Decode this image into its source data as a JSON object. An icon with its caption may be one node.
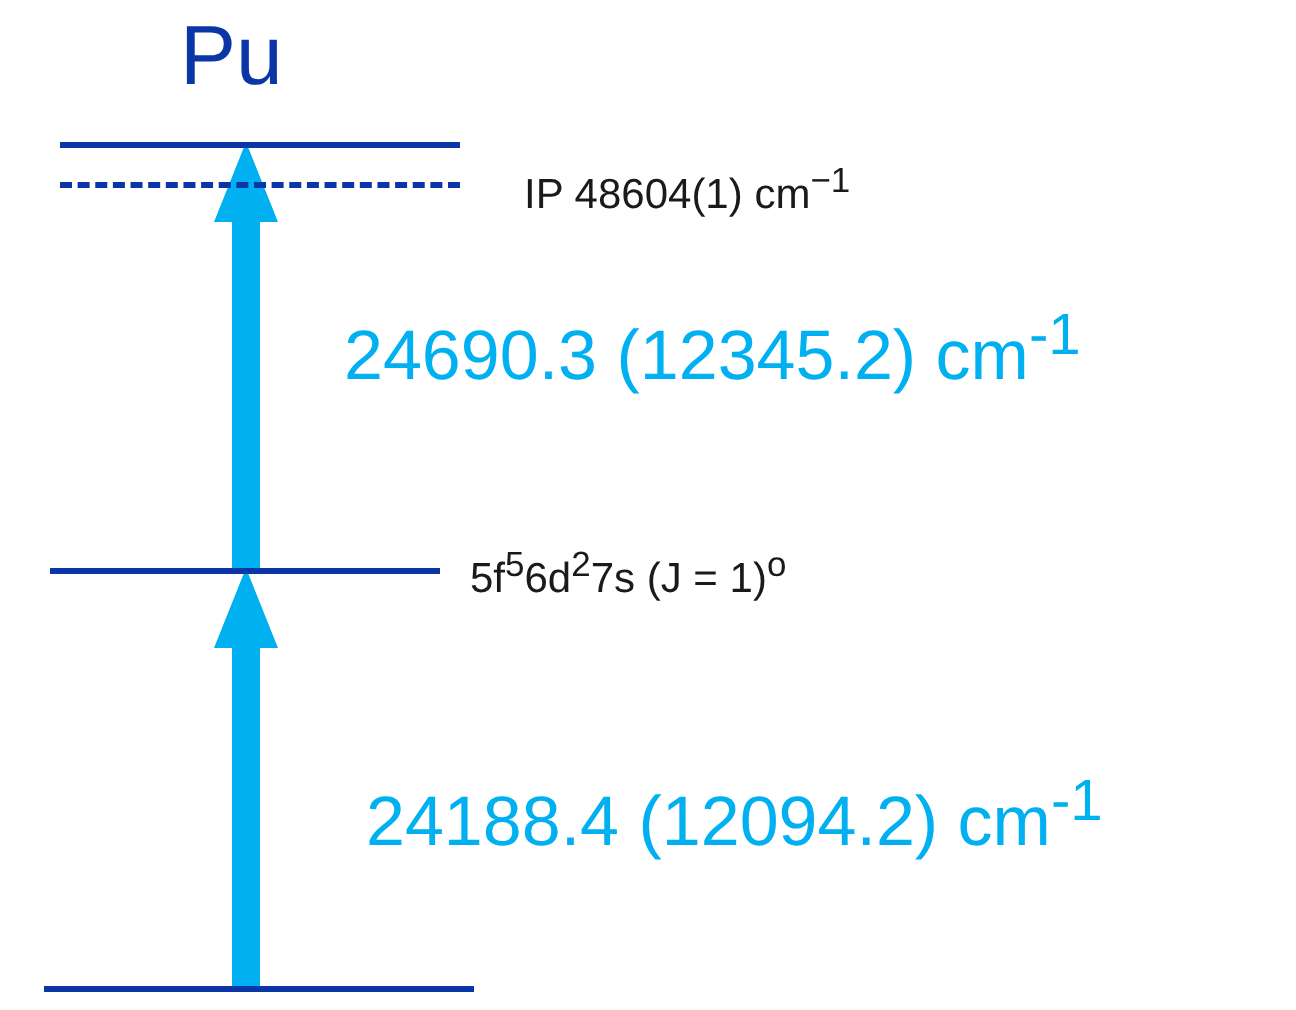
{
  "diagram": {
    "title": "Pu",
    "nodes": [
      {
        "text": [],
        "shape": "bar"
      },
      {
        "text": [],
        "shape": "bar",
        "beside": [
          "IP 48604(1) cm$^{−1}$"
        ]
      },
      {
        "text": [],
        "shape": "bar",
        "beside": [
          "5f$^{5}$6d$^{2}$7s (J = 1)$^{o}$"
        ]
      },
      {
        "text": [],
        "shape": "bar"
      }
    ],
    "edges": [
      {
        "from": 3,
        "to": 2,
        "arrow": "to",
        "label": "24188.4 (12094.2) cm$^{-1}$"
      },
      {
        "from": 2,
        "to": 0,
        "arrow": "to",
        "label": "24690.3 (12345.2) cm$^{-1}$"
      }
    ]
  }
}
